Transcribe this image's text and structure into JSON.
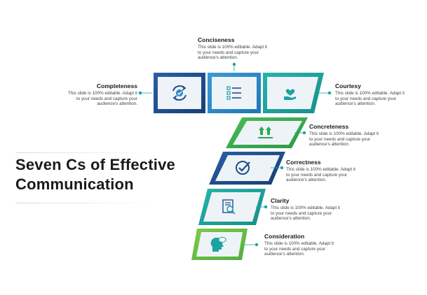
{
  "title": {
    "line1": "Seven Cs of Effective",
    "line2": "Communication"
  },
  "colors": {
    "navy": "#1f4e8c",
    "blue": "#2e86c1",
    "teal": "#1aa3a3",
    "green": "#2fa84f",
    "green_light": "#6cc04a",
    "tile_fill": "#eef3f7"
  },
  "items": [
    {
      "key": "completeness",
      "heading": "Completeness",
      "desc": [
        "This slide is 100% editable. Adapt it",
        "to your needs and capture your",
        "audience's attention."
      ],
      "icon": "refresh-check-icon"
    },
    {
      "key": "conciseness",
      "heading": "Conciseness",
      "desc": [
        "This slide is 100% editable. Adapt it",
        "to your needs and capture your",
        "audience's attention."
      ],
      "icon": "checklist-icon"
    },
    {
      "key": "courtesy",
      "heading": "Courtesy",
      "desc": [
        "This slide is 100% editable. Adapt it",
        "to your needs and capture your",
        "audience's attention."
      ],
      "icon": "hand-heart-icon"
    },
    {
      "key": "concreteness",
      "heading": "Concreteness",
      "desc": [
        "This slide is 100% editable. Adapt it",
        "to your needs and capture your",
        "audience's attention."
      ],
      "icon": "arrows-up-box-icon"
    },
    {
      "key": "correctness",
      "heading": "Correctness",
      "desc": [
        "This slide is 100% editable. Adapt it",
        "to your needs and capture your",
        "audience's attention."
      ],
      "icon": "check-circle-icon"
    },
    {
      "key": "clarity",
      "heading": "Clarity",
      "desc": [
        "This slide is 100% editable. Adapt it",
        "to your needs and capture your",
        "audience's attention."
      ],
      "icon": "document-search-icon"
    },
    {
      "key": "consideration",
      "heading": "Consideration",
      "desc": [
        "This slide is 100% editable. Adapt it",
        "to your needs and capture your",
        "audience's attention."
      ],
      "icon": "head-speech-icon"
    }
  ]
}
